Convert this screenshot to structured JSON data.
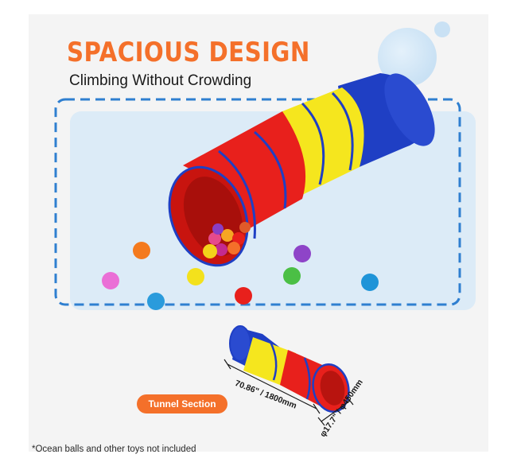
{
  "heading": {
    "title": "SPACIOUS DESIGN",
    "subtitle": "Climbing Without Crowding"
  },
  "tunnel_label": "Tunnel Section",
  "dimensions": {
    "length": "70.86\" / 1800mm",
    "diameter": "φ17.7\" / φ450mm"
  },
  "footnote": "*Ocean balls and other toys not included",
  "colors": {
    "accent_orange": "#f4702a",
    "tunnel_red": "#e8201c",
    "tunnel_yellow": "#f5e61e",
    "tunnel_blue": "#1f3fc4",
    "frame_blue": "#2f7fd0"
  }
}
